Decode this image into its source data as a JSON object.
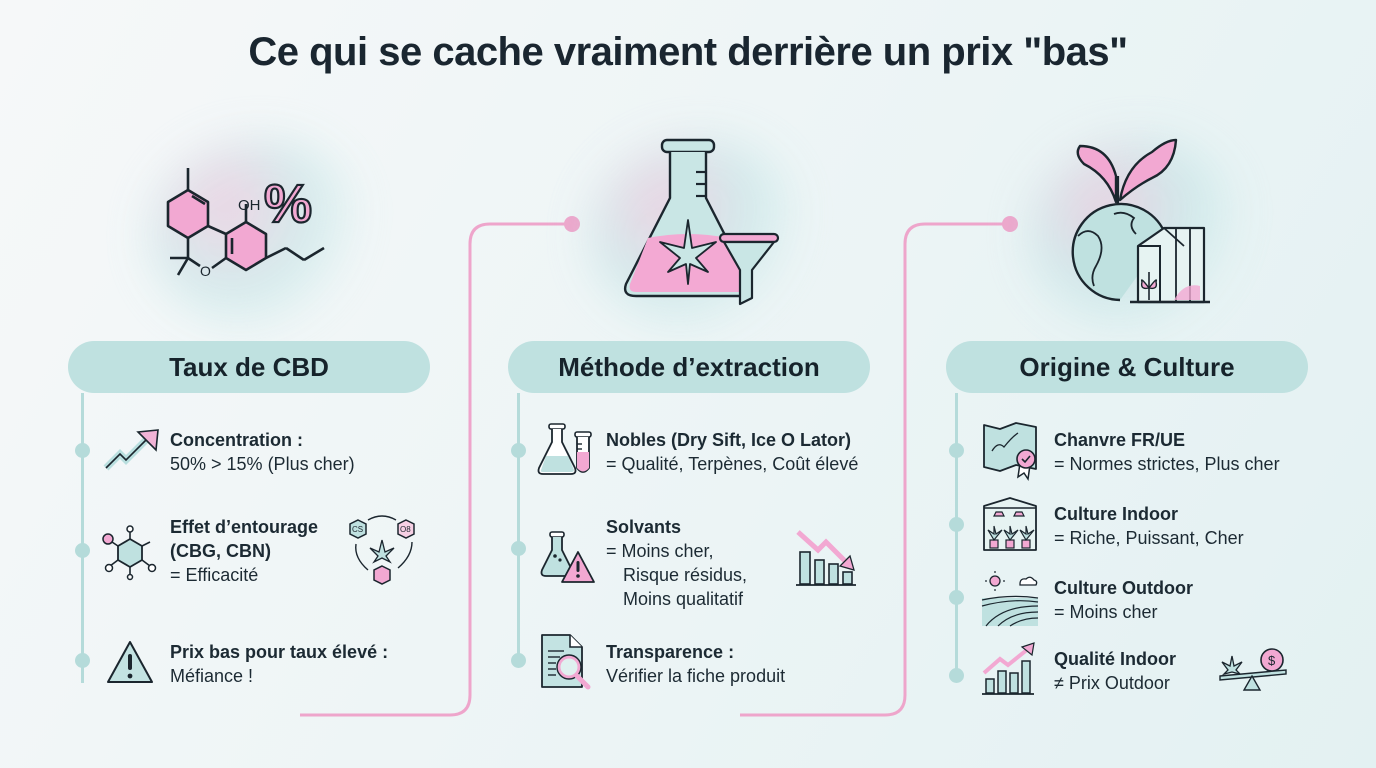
{
  "title": "Ce qui se cache vraiment derrière un prix \"bas\"",
  "colors": {
    "pink": "#f0a6cf",
    "teal_light": "#bfe1e0",
    "teal_line": "#b5dbda",
    "ink": "#18242c",
    "connector": "#eea5cb"
  },
  "columns": [
    {
      "hero_icon": "molecule-percent-icon",
      "header": "Taux de CBD",
      "items": [
        {
          "icon": "trend-up-arrow-icon",
          "head": "Concentration :",
          "desc": [
            "50% > 15% (Plus cher)"
          ]
        },
        {
          "icon": "molecule-icon",
          "head": "Effet d’entourage",
          "head2": "(CBG, CBN)",
          "desc": [
            "= Efficacité"
          ],
          "side_icon": "cannabinoid-cycle-icon",
          "side_labels": [
            "CS",
            "O8"
          ]
        },
        {
          "icon": "warning-icon",
          "head": "Prix bas pour taux élevé :",
          "desc": [
            "Méfiance !"
          ]
        }
      ]
    },
    {
      "hero_icon": "flask-funnel-icon",
      "header": "Méthode d’extraction",
      "items": [
        {
          "icon": "flask-tube-icon",
          "head": "Nobles (Dry Sift, Ice O Lator)",
          "desc": [
            "= Qualité, Terpènes, Coût élevé"
          ]
        },
        {
          "icon": "flask-warning-icon",
          "head": "Solvants",
          "desc": [
            "= Moins cher,",
            "Risque résidus,",
            "Moins qualitatif"
          ],
          "side_icon": "trend-down-chart-icon"
        },
        {
          "icon": "document-search-icon",
          "head": "Transparence :",
          "desc": [
            "Vérifier la fiche produit"
          ]
        }
      ]
    },
    {
      "hero_icon": "globe-sprout-greenhouse-icon",
      "header": "Origine & Culture",
      "items": [
        {
          "icon": "map-certified-icon",
          "head": "Chanvre FR/UE",
          "desc": [
            "= Normes strictes, Plus cher"
          ]
        },
        {
          "icon": "indoor-grow-icon",
          "head": "Culture Indoor",
          "desc": [
            "= Riche, Puissant, Cher"
          ]
        },
        {
          "icon": "outdoor-field-icon",
          "head": "Culture Outdoor",
          "desc": [
            "= Moins cher"
          ]
        },
        {
          "icon": "trend-up-chart-icon",
          "head": "Qualité Indoor",
          "desc": [
            "≠ Prix Outdoor"
          ],
          "side_icon": "balance-scale-icon",
          "side_labels": [
            "$"
          ]
        }
      ]
    }
  ]
}
